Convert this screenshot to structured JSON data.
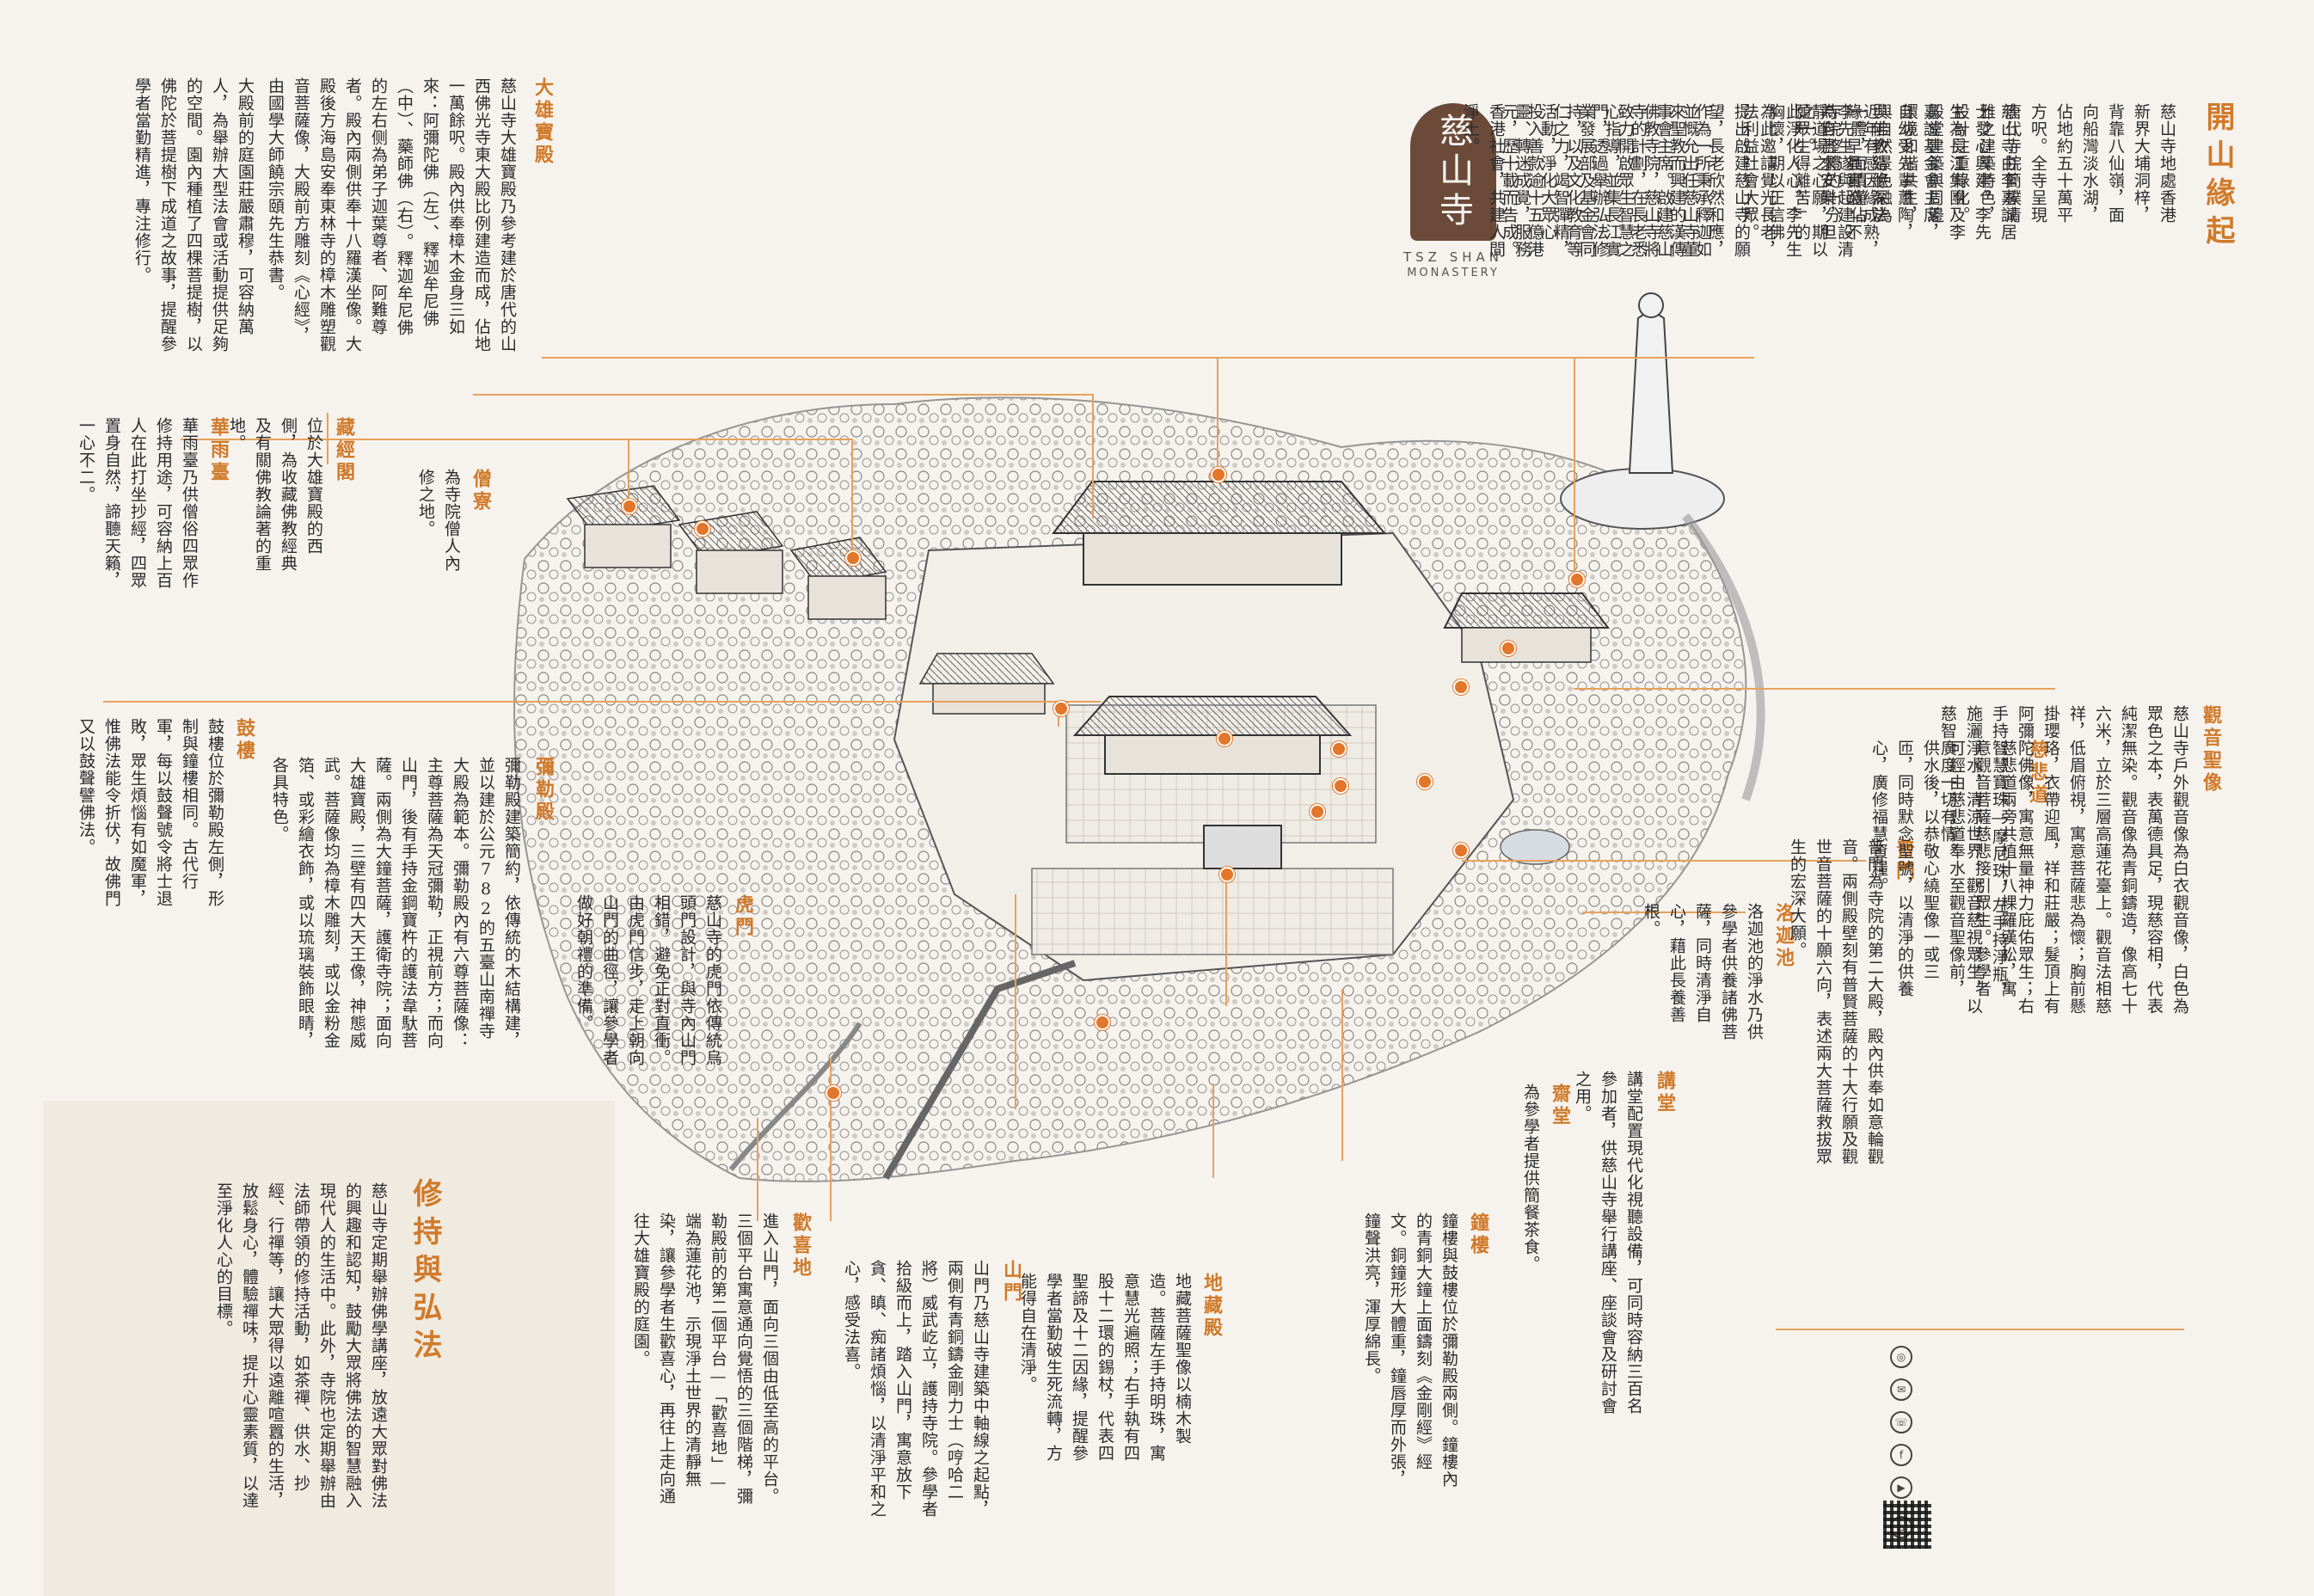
{
  "brand": {
    "logo_name_zh": "慈山寺",
    "logo_name_en_1": "TSZ SHAN",
    "logo_name_en_2": "MONASTERY"
  },
  "colors": {
    "accent": "#d07a2a",
    "line": "#e7a15b",
    "background": "#f6f3ee",
    "panel": "#f0ebe1"
  },
  "intro": {
    "title": "開山緣起",
    "paragraphs": [
      "慈山寺地處香港新界大埔洞梓，背靠八仙嶺，面向船灣淡水湖，佔地約五十萬平方呎。全寺呈現唐代寺院簡樸清雅之建築特色，設計注重綠化。殿堂建築與周邊環境和諧共生，與自然景色融為一體，面積僅佔寺院整體的十分之一。",
      "慈山寺由李嘉誠居士發心興建。李先生為長江集團及李嘉誠基金會主席，自幼受先輩薰陶，與佛教結緣深法緣。早具實踐「不為自己求安樂，但願眾生得離苦」的胸懷，期以正信佛法利益社會大眾。",
      "近年有感因緣成熟，李先生遂與起建設清靜道場之心願，期以此淨化人心。李先生為此邀請覺光長老，提出啟建慈山寺的願望，長老欣然和應，並慨允出任慈山寺董事會主席。啟建慈山寺的計劃，在長老悉心指導，並集長江實業發展部及基金會同仁之力，竭智彈精，投入善款逾十五億港元，歷十載而告成。",
      "作為一所秉承釋迦如來聖教而興建的漢傳佛教寺院，慈山寺將致力開啟眾生智慧之門，透過舉辦弘法修持，以及文化教育等活動，淨化大眾心靈、轉迷成覺，服務香港社會，共建人間淨土。"
    ]
  },
  "practice": {
    "title": "修持與弘法",
    "text": "慈山寺定期舉辦佛學講座，放遠大眾對佛法的興趣和認知，鼓勵大眾將佛法的智慧融入現代人的生活中。此外，寺院也定期舉辦由法師帶領的修持活動，如茶禪、供水、抄經、行禪等，讓大眾得以遠離喧囂的生活，放鬆身心，體驗禪味，提升心靈素質，以達至淨化人心的目標。"
  },
  "landmarks": [
    {
      "id": "daxiong",
      "title": "大雄寶殿",
      "text": "慈山寺大雄寶殿乃參考建於唐代的山西佛光寺東大殿比例建造而成，佔地一萬餘呎。殿內供奉樟木金身三如來：阿彌陀佛（左）、釋迦牟尼佛（中）、藥師佛（右）。釋迦牟尼佛的左右侧為弟子迦葉尊者、阿難尊者。殿內兩側供奉十八羅漢坐像。大殿後方海島安奉東林寺的樟木雕塑觀音菩薩像，大殿前方雕刻《心經》，由國學大師饒宗頤先生恭書。"
    },
    {
      "id": "front_court",
      "title": "",
      "text": "大殿前的庭園莊嚴肅穆，可容納萬人，為舉辦大型法會或活動提供足夠的空間。園內種植了四棵菩提樹，以佛陀於菩提樹下成道之故事，提醒參學者當勤精進，專注修行。"
    },
    {
      "id": "sengliao",
      "title": "僧寮",
      "text": "為寺院僧人內修之地。"
    },
    {
      "id": "cangjing",
      "title": "藏經閣",
      "text": "位於大雄寶殿的西側，為收藏佛教經典及有關佛教論著的重地。"
    },
    {
      "id": "huayu",
      "title": "華雨臺",
      "text": "華雨臺乃供僧俗四眾作修持用途，可容納上百人在此打坐抄經，四眾置身自然，諦聽天籟，一心不二。"
    },
    {
      "id": "gulou",
      "title": "鼓樓",
      "text": "鼓樓位於彌勒殿左側，形制與鐘樓相同。古代行軍，每以鼓聲號令將士退敗，眾生煩惱有如魔軍，惟佛法能令折伏，故佛門又以鼓聲譬佛法。"
    },
    {
      "id": "mile",
      "title": "彌勒殿",
      "text": "彌勒殿建築簡約，依傳統的木結構建，並以建於公元782的五臺山南禪寺大殿為範本。彌勒殿內有六尊菩薩像：主尊菩薩為天冠彌勒，正視前方；而向山門，後有手持金鋼寶杵的護法韋馱菩薩。兩側為大鐘菩薩，護衛寺院；面向大雄寶殿，三壁有四大天王像，神態威武。菩薩像均為樟木雕刻，或以金粉金箔、或彩繪衣飾，或以琉璃裝飾眼睛，各具特色。"
    },
    {
      "id": "humen",
      "title": "虎門",
      "text": "慈山寺的虎門依傳統烏頭門設計，與寺內山門相錯，避免正對直衝。由虎門信步，走上朝向山門的曲徑，讓參學者做好朝禮的準備。"
    },
    {
      "id": "huanxi",
      "title": "歡喜地",
      "text": "進入山門，面向三個由低至高的平台。三個平台寓意通向覺悟的三個階梯，彌勒殿前的第二個平台—「歡喜地」—端為蓮花池，示現淨土世界的清靜無染，讓參學者生歡喜心，再往上走向通往大雄寶殿的庭園。"
    },
    {
      "id": "shanmen",
      "title": "山門",
      "text": "山門乃慈山寺建築中軸線之起點，兩側有青銅鑄金剛力士（哼哈二將）威武屹立，護持寺院。參學者拾級而上，踏入山門，寓意放下貪、瞋、痴諸煩惱，以清淨平和之心，感受法喜。"
    },
    {
      "id": "dizang",
      "title": "地藏殿",
      "text": "地藏菩薩聖像以楠木製造。菩薩左手持明珠，寓意慧光遍照；右手執有四股十二環的錫杖，代表四聖諦及十二因緣，提醒參學者當勤破生死流轉，方能得自在清淨。"
    },
    {
      "id": "zhonglou",
      "title": "鐘樓",
      "text": "鐘樓與鼓樓位於彌勒殿兩側。鐘樓內的青銅大鐘上面鑄刻《金剛經》經文。銅鐘形大體重，鐘唇厚而外張，鐘聲洪亮，渾厚綿長。"
    },
    {
      "id": "zhaitang",
      "title": "齋堂",
      "text": "為參學者提供簡餐茶食。"
    },
    {
      "id": "jiangtang",
      "title": "講堂",
      "text": "講堂配置現代化視聽設備，可同時容納三百名參加者，供慈山寺舉行講座、座談會及研討會之用。"
    },
    {
      "id": "luojia",
      "title": "洛迦池",
      "text": "洛迦池的淨水乃供參學者供養諸佛菩薩，同時清淨自心，藉此長養善根。"
    },
    {
      "id": "pumen",
      "title": "普門",
      "text": "普門為寺院的第二大殿，殿內供奉如意輪觀音。兩側殿壁刻有普賢菩薩的十大行願及觀世音菩薩的十願六向，表述兩大菩薩救拔眾生的宏深大願。"
    },
    {
      "id": "cibei",
      "title": "慈悲道",
      "text": "慈悲道兩旁共植十八棵羅漢松，寓意觀音菩薩慈悲接引眾生。參學者可經由慈悲道奉水至觀音聖像前，供水後，以恭敬心繞聖像一或三匝，同時默念聖號，以清淨的供養心，廣修福慧資糧。"
    },
    {
      "id": "guanyin",
      "title": "觀音聖像",
      "text": "慈山寺戶外觀音像為白衣觀音像，白色為眾色之本，表萬德具足，現慈容相，代表純潔無染。觀音像為青銅鑄造，像高七十六米，立於三層高蓮花臺上。觀音法相慈祥，低眉俯視，寓意菩薩悲為懷；胸前懸掛瓔珞，衣帶迎風，祥和莊嚴；髮頂上有阿彌陀佛像，寓意無量神力庇佑眾生；右手持智慧寶珠—摩尼珠，左手持淨瓶，施灑淨水，清涼世界。觀音慈視眾生，以慈智廣度一切有情。"
    }
  ],
  "contact_icons": [
    "instagram-icon",
    "email-icon",
    "phone-icon",
    "facebook-icon",
    "youtube-icon",
    "home-icon"
  ]
}
